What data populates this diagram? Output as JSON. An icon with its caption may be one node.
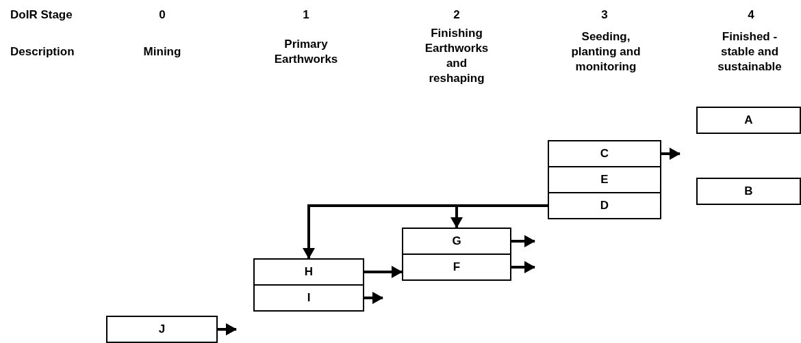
{
  "diagram": {
    "nodes": [
      {
        "text": [
          "A"
        ]
      },
      {
        "text": [
          "C"
        ]
      },
      {
        "text": [
          "E"
        ]
      },
      {
        "text": [
          "B"
        ]
      },
      {
        "text": [
          "D"
        ]
      },
      {
        "text": [
          "G"
        ]
      },
      {
        "text": [
          "H"
        ]
      },
      {
        "text": [
          "F"
        ]
      },
      {
        "text": [
          "I"
        ]
      },
      {
        "text": [
          "J"
        ]
      }
    ],
    "edges": [
      {
        "from": 1,
        "to": null,
        "arrow": "to"
      },
      {
        "from": 4,
        "to": 5,
        "arrow": "to"
      },
      {
        "from": 4,
        "to": 6,
        "arrow": "to"
      },
      {
        "from": 5,
        "to": null,
        "arrow": "to"
      },
      {
        "from": 6,
        "to": 7,
        "arrow": "to"
      },
      {
        "from": 7,
        "to": null,
        "arrow": "to"
      },
      {
        "from": 8,
        "to": null,
        "arrow": "to"
      },
      {
        "from": 9,
        "to": null,
        "arrow": "to"
      }
    ],
    "labels": [
      "DoIR Stage",
      "0",
      "1",
      "2",
      "3",
      "4",
      "Description",
      "Mining",
      "Primary Earthworks",
      "Finishing Earthworks and reshaping",
      "Seeding, planting and monitoring",
      "Finished - stable and sustainable"
    ]
  }
}
